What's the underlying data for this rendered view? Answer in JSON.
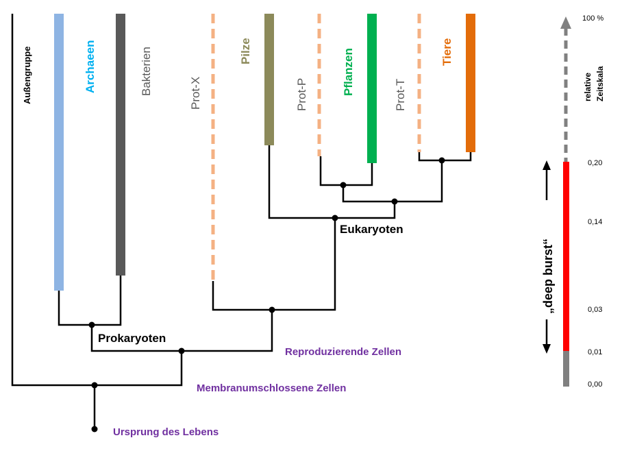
{
  "taxa": {
    "outgroup": "Außengruppe",
    "archaea": "Archaeen",
    "bacteria": "Bakterien",
    "prot_x": "Prot-X",
    "fungi": "Pilze",
    "prot_p": "Prot-P",
    "plants": "Pflanzen",
    "prot_t": "Prot-T",
    "animals": "Tiere"
  },
  "nodes": {
    "eukaryotes": "Eukaryoten",
    "prokaryotes": "Prokaryoten",
    "reproducing": "Reproduzierende Zellen",
    "membrane": "Membranumschlossene Zellen",
    "origin": "Ursprung des Lebens"
  },
  "scale": {
    "title_line1": "relative",
    "title_line2": "Zeitskala",
    "ticks": [
      "100 %",
      "0,20",
      "0,14",
      "0,03",
      "0,01",
      "0,00"
    ],
    "burst_label": "„deep burst“"
  },
  "colors": {
    "archaea": "#8eb4e3",
    "bacteria": "#595959",
    "protist_dashed": "#f4b183",
    "fungi": "#8c8a5a",
    "plants": "#00b050",
    "animals": "#e36c09",
    "purple_label": "#7030a0",
    "burst_red": "#ff0000",
    "scale_grey": "#808080",
    "line": "#000000"
  }
}
